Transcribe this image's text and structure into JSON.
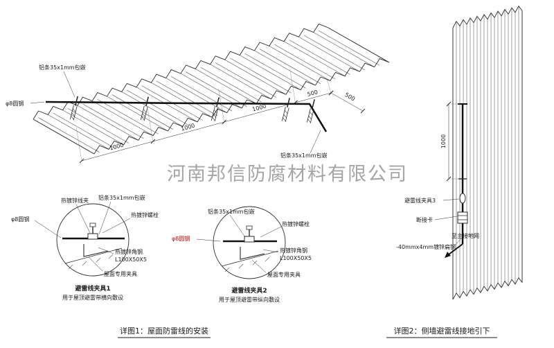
{
  "watermark": "河南邦信防腐材料有限公司",
  "roof": {
    "label_strip_top": "铝条35x1mm包嵌",
    "label_round_steel": "φ8圆钢",
    "label_strip_right": "铝条35x1mm包嵌",
    "dims": [
      "1000",
      "1000",
      "1000",
      "500",
      "500"
    ]
  },
  "detail1": {
    "labels": {
      "wire_clip": "热镀锌线夹",
      "alum_strip": "铝条35x1mm包嵌",
      "bolt": "热镀锌螺栓",
      "round_steel": "φ8圆钢",
      "angle_steel": "热镀锌角钢",
      "angle_spec": "L100X50X5",
      "roof_clamp": "屋面专用夹具"
    },
    "title": "避雷线夹具1",
    "subtitle": "用于屋顶避雷带横向敷设"
  },
  "detail2": {
    "labels": {
      "alum_strip": "铝条35x1mm包嵌",
      "bolt": "热镀锌螺栓",
      "round_steel": "φ8圆钢",
      "angle_steel": "热镀锌角钢",
      "angle_spec": "L100X50X5",
      "roof_clamp": "屋面专用夹具"
    },
    "title": "避雷线夹具2",
    "subtitle": "用于屋顶避雷带纵向敷设"
  },
  "wall": {
    "dim": "1000",
    "label_clamp3": "避雷线夹具3",
    "label_disconnect": "断接卡",
    "label_ground": "至主接地网",
    "label_flat_steel": "-40mmx4mm镀锌扁钢"
  },
  "captions": {
    "fig1": "详图1：屋面防雷线的安装",
    "fig2": "详图2：侧墙避雷线接地引下"
  },
  "colors": {
    "line": "#2a2a2a",
    "red": "#cc0000",
    "watermark": "#8f8f8f"
  }
}
